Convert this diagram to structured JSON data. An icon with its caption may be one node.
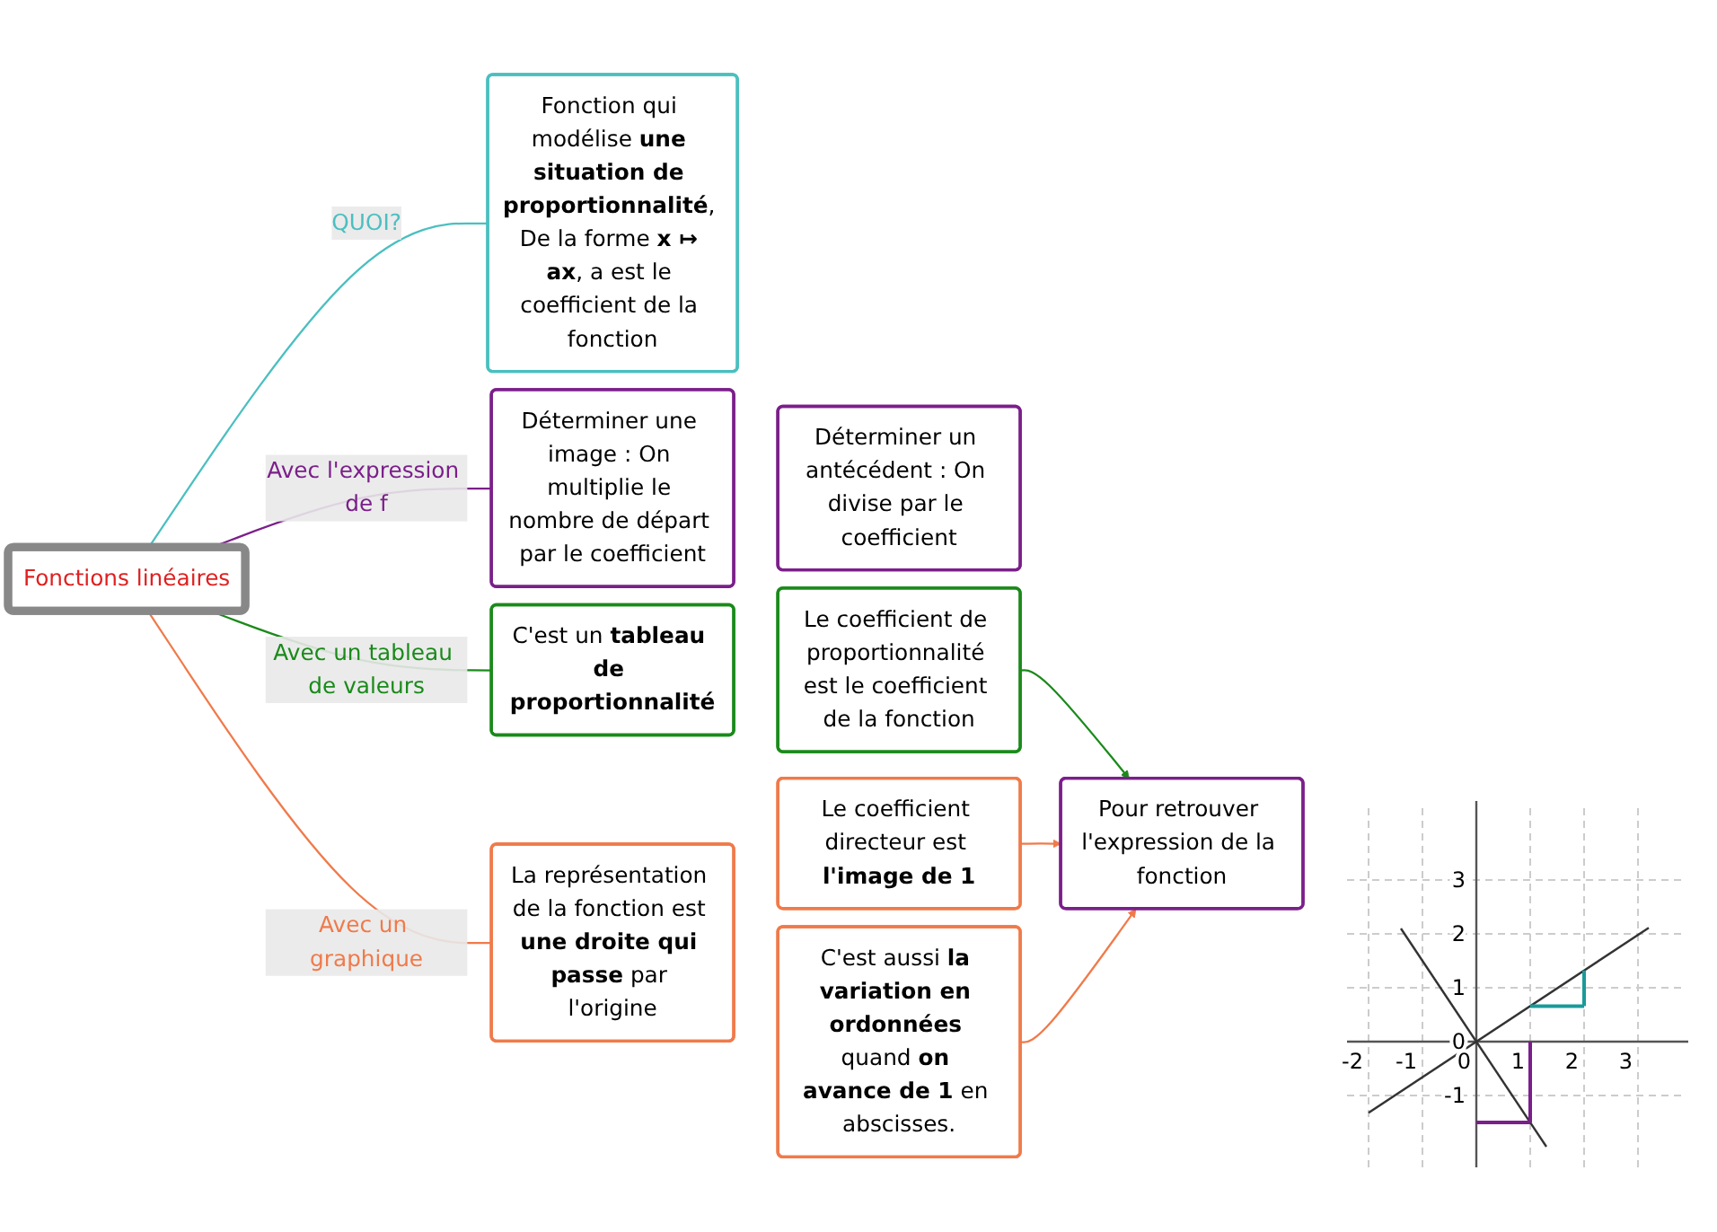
{
  "diagram": {
    "nodes": [
      {
        "text": [
          "Fonctions linéaires"
        ]
      },
      {
        "text": [
          "Fonction qui modélise **une situation de proportionnalité**, De la forme **x ↦ ax**, a est le coefficient de la fonction"
        ]
      },
      {
        "text": [
          "Déterminer une image : On multiplie le nombre de départ par le coefficient"
        ]
      },
      {
        "text": [
          "Déterminer un antécédent : On divise par le coefficient"
        ]
      },
      {
        "text": [
          "C'est un **tableau de proportionnalité**"
        ]
      },
      {
        "text": [
          "Le coefficient de proportionnalité est le coefficient de la fonction"
        ]
      },
      {
        "text": [
          "Pour retrouver l'expression de la fonction"
        ]
      },
      {
        "text": [
          "La représentation de la fonction est **une droite qui passe** par l'origine"
        ]
      },
      {
        "text": [
          "Le coefficient directeur est **l'image de 1**"
        ]
      },
      {
        "text": [
          "C'est aussi **la variation en ordonnées** quand **on avance de 1** en abscisses."
        ]
      }
    ],
    "edges": [
      {
        "from": 0,
        "to": 1,
        "arrow": "none",
        "label": "QUOI?",
        "color": "#4bbfc0"
      },
      {
        "from": 0,
        "to": 2,
        "arrow": "none",
        "label": "Avec l'expression de f",
        "color": "#7b1f8a"
      },
      {
        "from": 0,
        "to": 4,
        "arrow": "none",
        "label": "Avec un tableau de valeurs",
        "color": "#1a8a1a"
      },
      {
        "from": 0,
        "to": 7,
        "arrow": "none",
        "label": "Avec un graphique",
        "color": "#f07a4a"
      },
      {
        "from": 5,
        "to": 6,
        "arrow": "to",
        "color": "#1a8a1a"
      },
      {
        "from": 8,
        "to": 6,
        "arrow": "to",
        "color": "#f07a4a"
      },
      {
        "from": 9,
        "to": 6,
        "arrow": "to",
        "color": "#f07a4a"
      }
    ],
    "labels": [
      "3",
      "2",
      "1",
      "0",
      "-1",
      "-2",
      "-1",
      "0",
      "1",
      "2",
      "3"
    ]
  }
}
